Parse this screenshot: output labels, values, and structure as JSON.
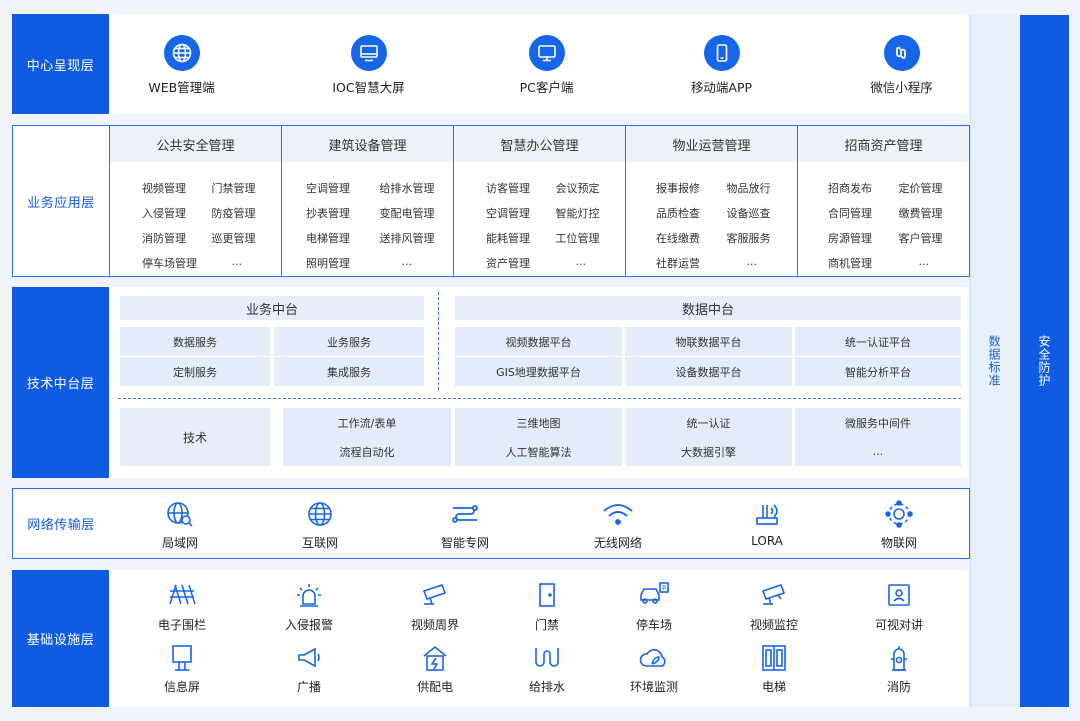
{
  "layers": {
    "presentation": "中心呈现层",
    "business": "业务应用层",
    "platform": "技术中台层",
    "network": "网络传输层",
    "infra": "基础设施层"
  },
  "side": {
    "data_standard": "数据标准",
    "security": "安全防护"
  },
  "presentation": {
    "items": [
      {
        "label": "WEB管理端",
        "icon": "globe-icon"
      },
      {
        "label": "IOC智慧大屏",
        "icon": "monitor-icon"
      },
      {
        "label": "PC客户端",
        "icon": "desktop-icon"
      },
      {
        "label": "移动端APP",
        "icon": "phone-icon"
      },
      {
        "label": "微信小程序",
        "icon": "mini-program-icon"
      }
    ]
  },
  "business": {
    "columns": [
      {
        "title": "公共安全管理",
        "items": [
          "视频管理",
          "门禁管理",
          "入侵管理",
          "防疫管理",
          "消防管理",
          "巡更管理",
          "停车场管理",
          "..."
        ]
      },
      {
        "title": "建筑设备管理",
        "items": [
          "空调管理",
          "给排水管理",
          "抄表管理",
          "变配电管理",
          "电梯管理",
          "送排风管理",
          "照明管理",
          "..."
        ]
      },
      {
        "title": "智慧办公管理",
        "items": [
          "访客管理",
          "会议预定",
          "空调管理",
          "智能灯控",
          "能耗管理",
          "工位管理",
          "资产管理",
          "..."
        ]
      },
      {
        "title": "物业运营管理",
        "items": [
          "报事报修",
          "物品放行",
          "品质检查",
          "设备巡查",
          "在线缴费",
          "客服服务",
          "社群运营",
          "..."
        ]
      },
      {
        "title": "招商资产管理",
        "items": [
          "招商发布",
          "定价管理",
          "合同管理",
          "缴费管理",
          "房源管理",
          "客户管理",
          "商机管理",
          "..."
        ]
      }
    ]
  },
  "platform": {
    "biz_center": {
      "title": "业务中台",
      "cells": [
        "数据服务",
        "业务服务",
        "定制服务",
        "集成服务"
      ]
    },
    "data_center": {
      "title": "数据中台",
      "cells": [
        "视频数据平台",
        "物联数据平台",
        "统一认证平台",
        "GIS地理数据平台",
        "设备数据平台",
        "智能分析平台"
      ]
    },
    "tech": {
      "title": "技术",
      "cells": [
        "工作流/表单",
        "三维地图",
        "统一认证",
        "微服务中间件",
        "流程自动化",
        "人工智能算法",
        "大数据引擎",
        "..."
      ]
    }
  },
  "network": {
    "items": [
      {
        "label": "局域网",
        "icon": "lan-icon"
      },
      {
        "label": "互联网",
        "icon": "internet-icon"
      },
      {
        "label": "智能专网",
        "icon": "private-network-icon"
      },
      {
        "label": "无线网络",
        "icon": "wifi-icon"
      },
      {
        "label": "LORA",
        "icon": "lora-icon"
      },
      {
        "label": "物联网",
        "icon": "iot-icon"
      }
    ]
  },
  "infra": {
    "row1": [
      {
        "label": "电子围栏",
        "icon": "fence-icon"
      },
      {
        "label": "入侵报警",
        "icon": "alarm-icon"
      },
      {
        "label": "视频周界",
        "icon": "camera-icon"
      },
      {
        "label": "门禁",
        "icon": "door-icon"
      },
      {
        "label": "停车场",
        "icon": "parking-icon"
      },
      {
        "label": "视频监控",
        "icon": "cctv-icon"
      },
      {
        "label": "可视对讲",
        "icon": "intercom-icon"
      }
    ],
    "row2": [
      {
        "label": "信息屏",
        "icon": "info-screen-icon"
      },
      {
        "label": "广播",
        "icon": "broadcast-icon"
      },
      {
        "label": "供配电",
        "icon": "power-icon"
      },
      {
        "label": "给排水",
        "icon": "water-icon"
      },
      {
        "label": "环境监测",
        "icon": "environment-icon"
      },
      {
        "label": "电梯",
        "icon": "elevator-icon"
      },
      {
        "label": "消防",
        "icon": "fire-hydrant-icon"
      }
    ]
  },
  "colors": {
    "primary": "#0f5ce3",
    "light_panel": "#e3edf9",
    "side_panel": "#e6f0fb"
  }
}
